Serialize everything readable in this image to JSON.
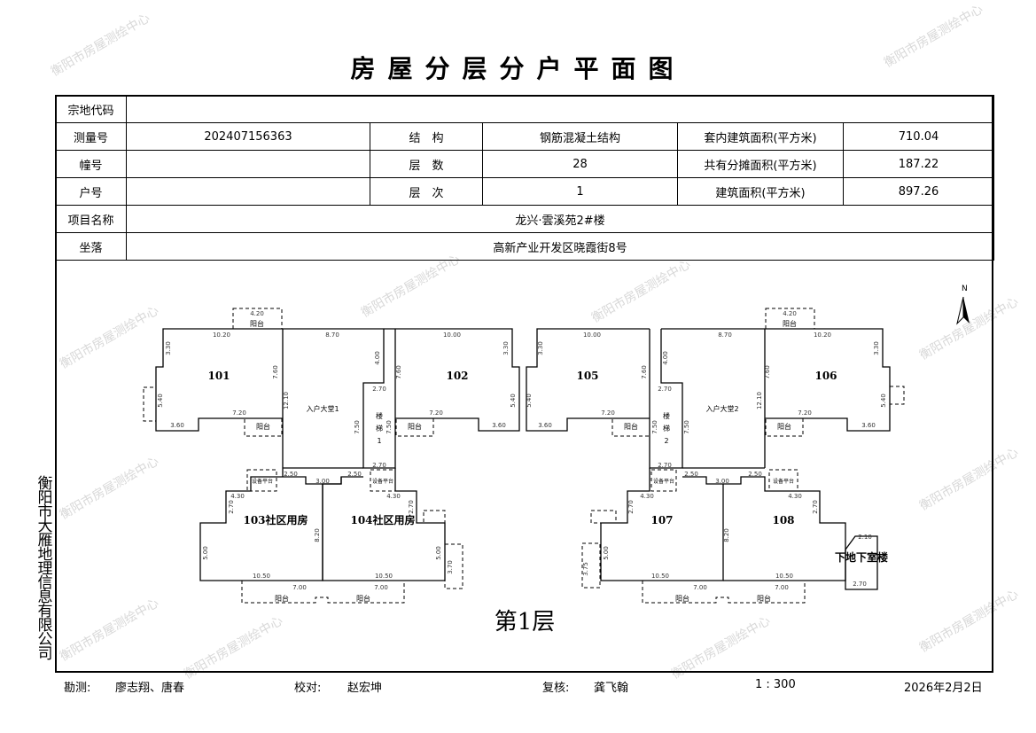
{
  "title": "房屋分层分户平面图",
  "watermark": "衡阳市房屋测绘中心",
  "table": {
    "parcel_code_label": "宗地代码",
    "parcel_code": "",
    "survey_no_label": "测量号",
    "survey_no": "202407156363",
    "structure_label": "结　构",
    "structure": "钢筋混凝土结构",
    "inner_area_label": "套内建筑面积(平方米)",
    "inner_area": "710.04",
    "building_no_label": "幢号",
    "building_no": "",
    "floors_label": "层　数",
    "floors": "28",
    "shared_area_label": "共有分摊面积(平方米)",
    "shared_area": "187.22",
    "unit_no_label": "户号",
    "unit_no": "",
    "floor_label": "层　次",
    "floor": "1",
    "building_area_label": "建筑面积(平方米)",
    "building_area": "897.26",
    "project_label": "项目名称",
    "project": "龙兴·雲溪苑2#楼",
    "location_label": "坐落",
    "location": "高新产业开发区晓霞街8号"
  },
  "plan": {
    "north": "N",
    "floor_title": "第1层",
    "rooms": [
      "101",
      "102",
      "103社区用房",
      "104社区用房",
      "105",
      "106",
      "107",
      "108",
      "下地下室楼"
    ],
    "lobbies": [
      "入户大堂1",
      "入户大堂2"
    ],
    "stairs": [
      "楼",
      "梯",
      "1",
      "楼",
      "梯",
      "2"
    ],
    "balcony": "阳台",
    "equipment": "设备平台",
    "dims": [
      "10.20",
      "8.70",
      "3.30",
      "7.60",
      "12.10",
      "4.00",
      "7.60",
      "10.00",
      "3.30",
      "5.40",
      "7.20",
      "3.60",
      "7.50",
      "7.50",
      "7.20",
      "3.60",
      "5.40",
      "2.70",
      "2.70",
      "2.50",
      "3.00",
      "2.50",
      "4.30",
      "2.70",
      "4.30",
      "2.70",
      "8.20",
      "5.00",
      "5.00",
      "10.50",
      "10.50",
      "3.70",
      "10.00",
      "8.70",
      "10.20",
      "3.30",
      "7.60",
      "4.00",
      "7.60",
      "12.10",
      "3.30",
      "5.40",
      "7.20",
      "3.60",
      "7.50",
      "7.50",
      "7.20",
      "3.60",
      "5.40",
      "2.70",
      "2.70",
      "2.50",
      "3.00",
      "2.50",
      "4.30",
      "2.70",
      "4.30",
      "2.70",
      "8.20",
      "5.00",
      "10.50",
      "10.50",
      "3.75",
      "2.70",
      "2.10",
      "4.20",
      "4.20",
      "7.00",
      "7.00",
      "7.00",
      "7.00"
    ]
  },
  "side_company": "衡阳市大雁地理信息有限公司",
  "footer": {
    "surveyor_label": "勘测:",
    "surveyor": "廖志翔、唐春",
    "checker_label": "校对:",
    "checker": "赵宏坤",
    "reviewer_label": "复核:",
    "reviewer": "龚飞翰",
    "scale": "1 : 300",
    "date": "2026年2月2日"
  }
}
